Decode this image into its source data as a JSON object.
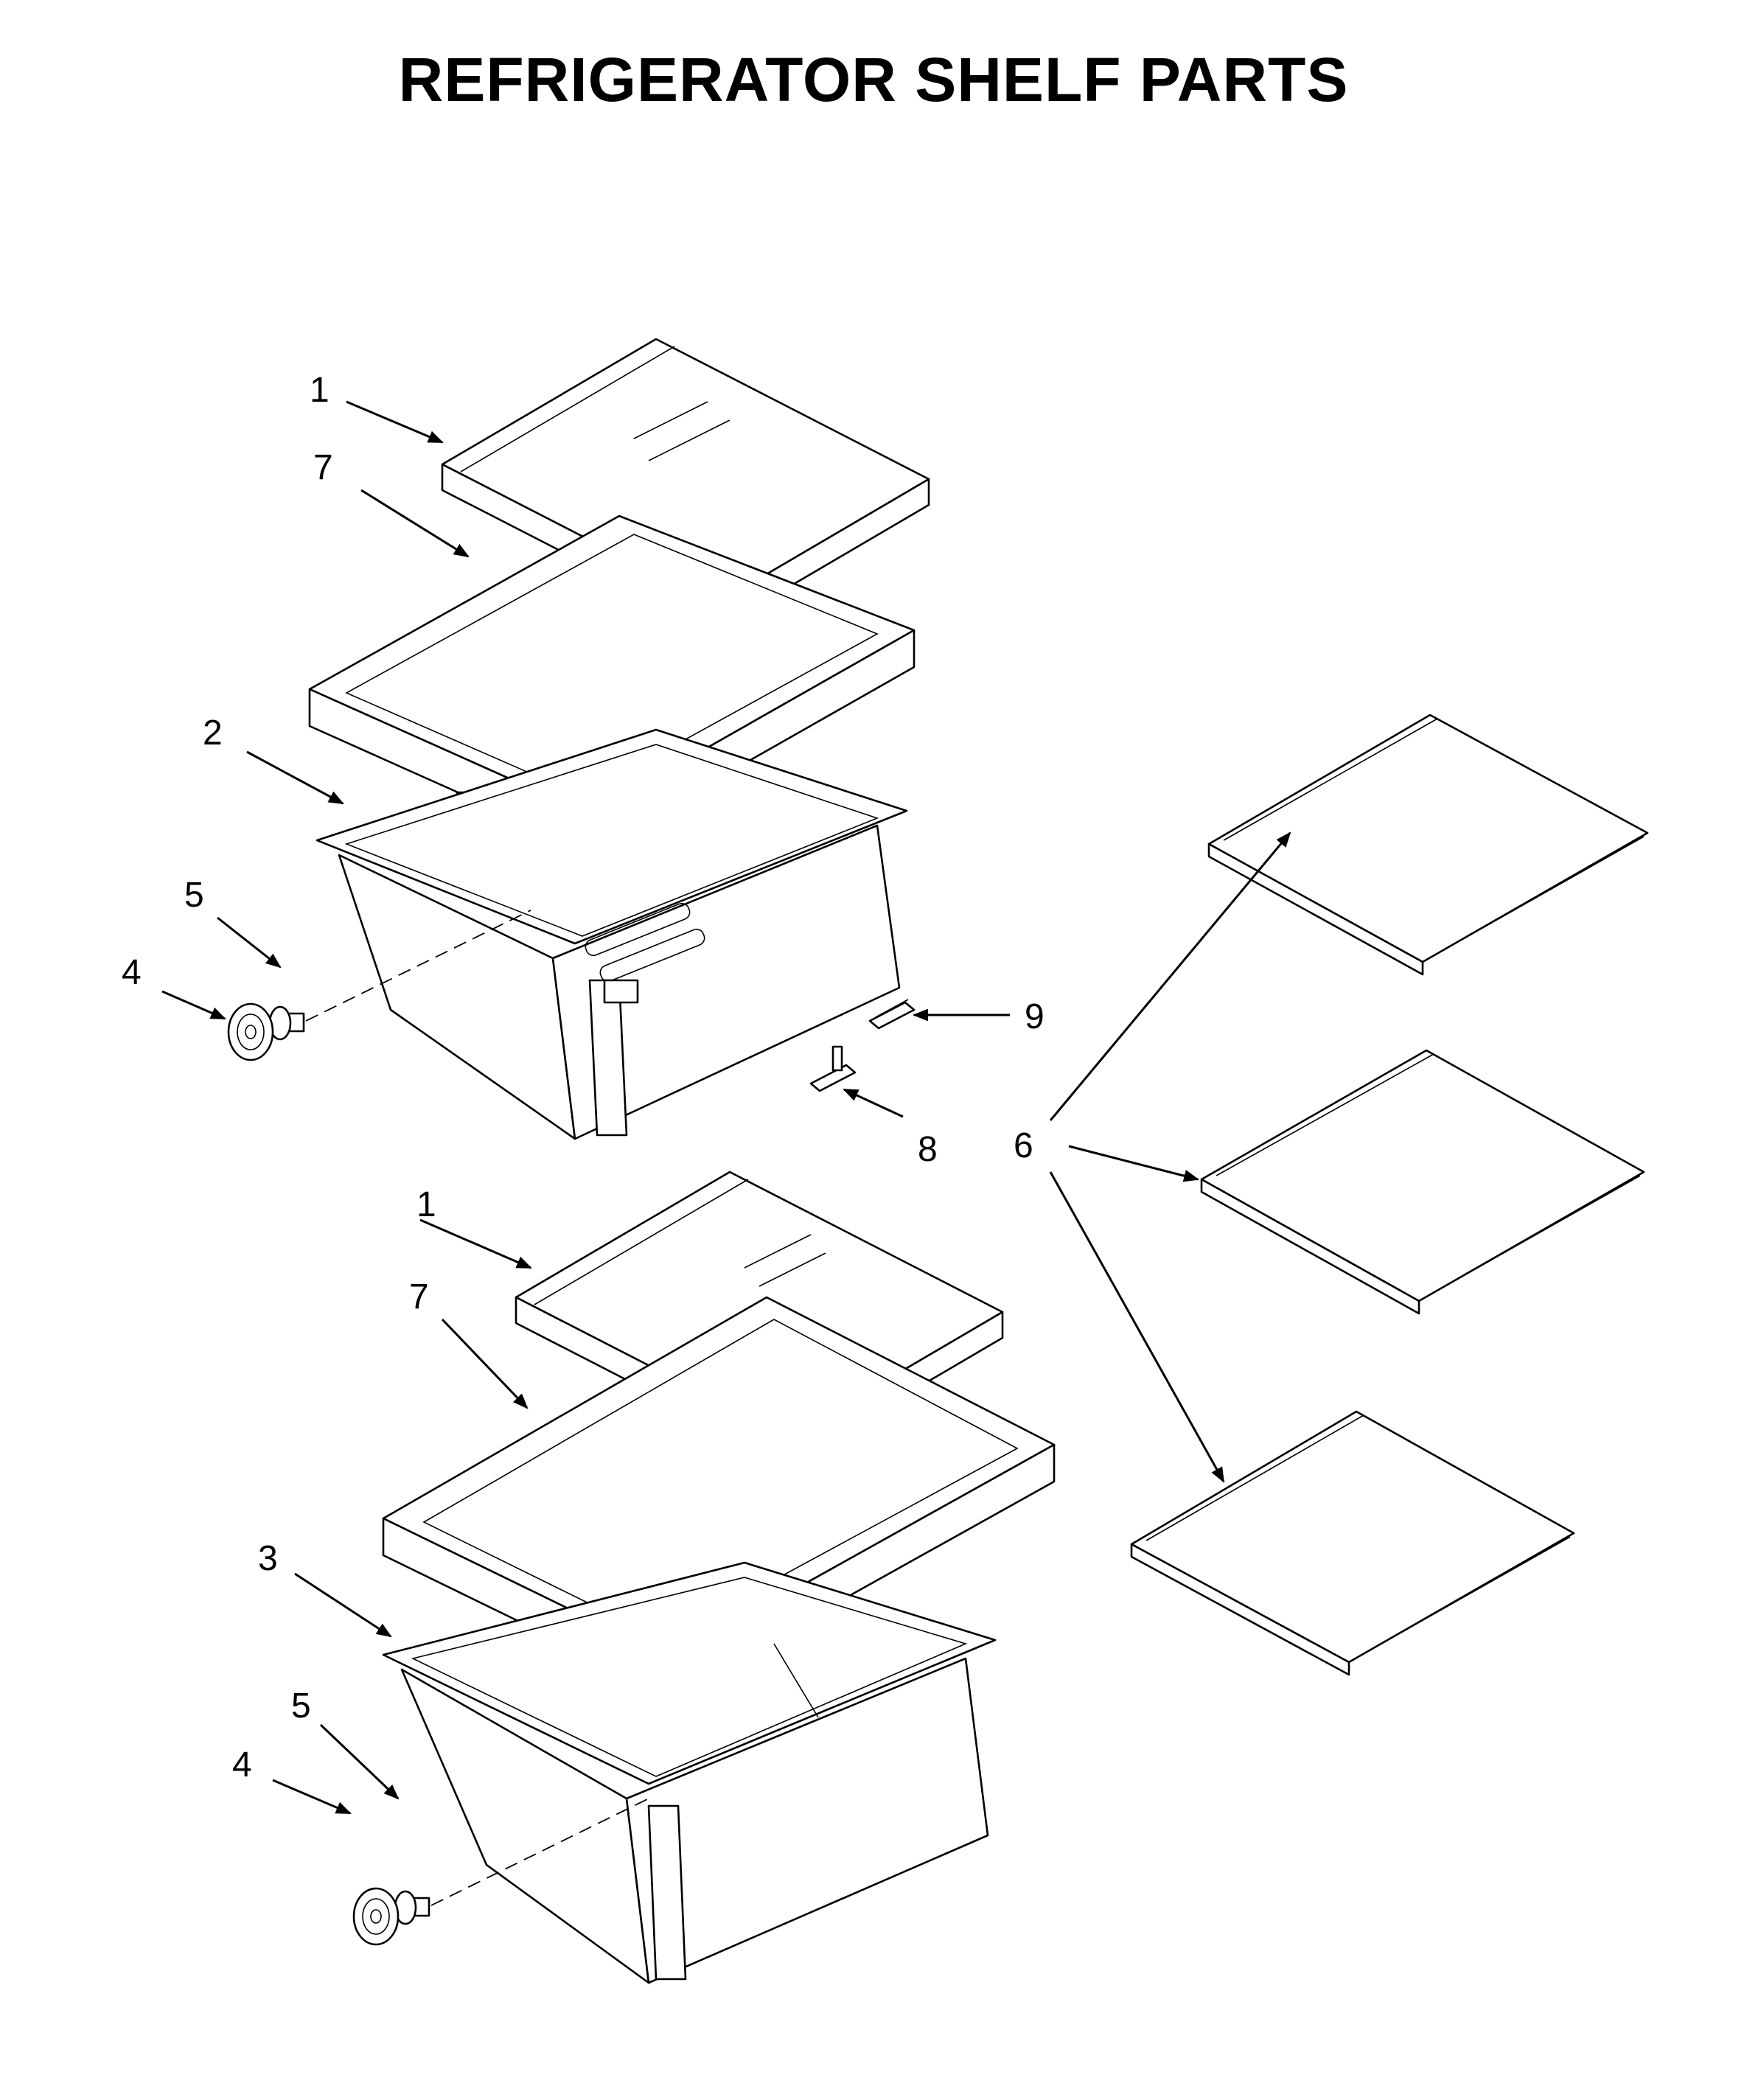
{
  "title": "REFRIGERATOR SHELF PARTS",
  "callouts": [
    {
      "id": "c1a",
      "label": "1"
    },
    {
      "id": "c7a",
      "label": "7"
    },
    {
      "id": "c2",
      "label": "2"
    },
    {
      "id": "c5a",
      "label": "5"
    },
    {
      "id": "c4a",
      "label": "4"
    },
    {
      "id": "c9",
      "label": "9"
    },
    {
      "id": "c8",
      "label": "8"
    },
    {
      "id": "c6",
      "label": "6"
    },
    {
      "id": "c1b",
      "label": "1"
    },
    {
      "id": "c7b",
      "label": "7"
    },
    {
      "id": "c3",
      "label": "3"
    },
    {
      "id": "c5b",
      "label": "5"
    },
    {
      "id": "c4b",
      "label": "4"
    }
  ]
}
